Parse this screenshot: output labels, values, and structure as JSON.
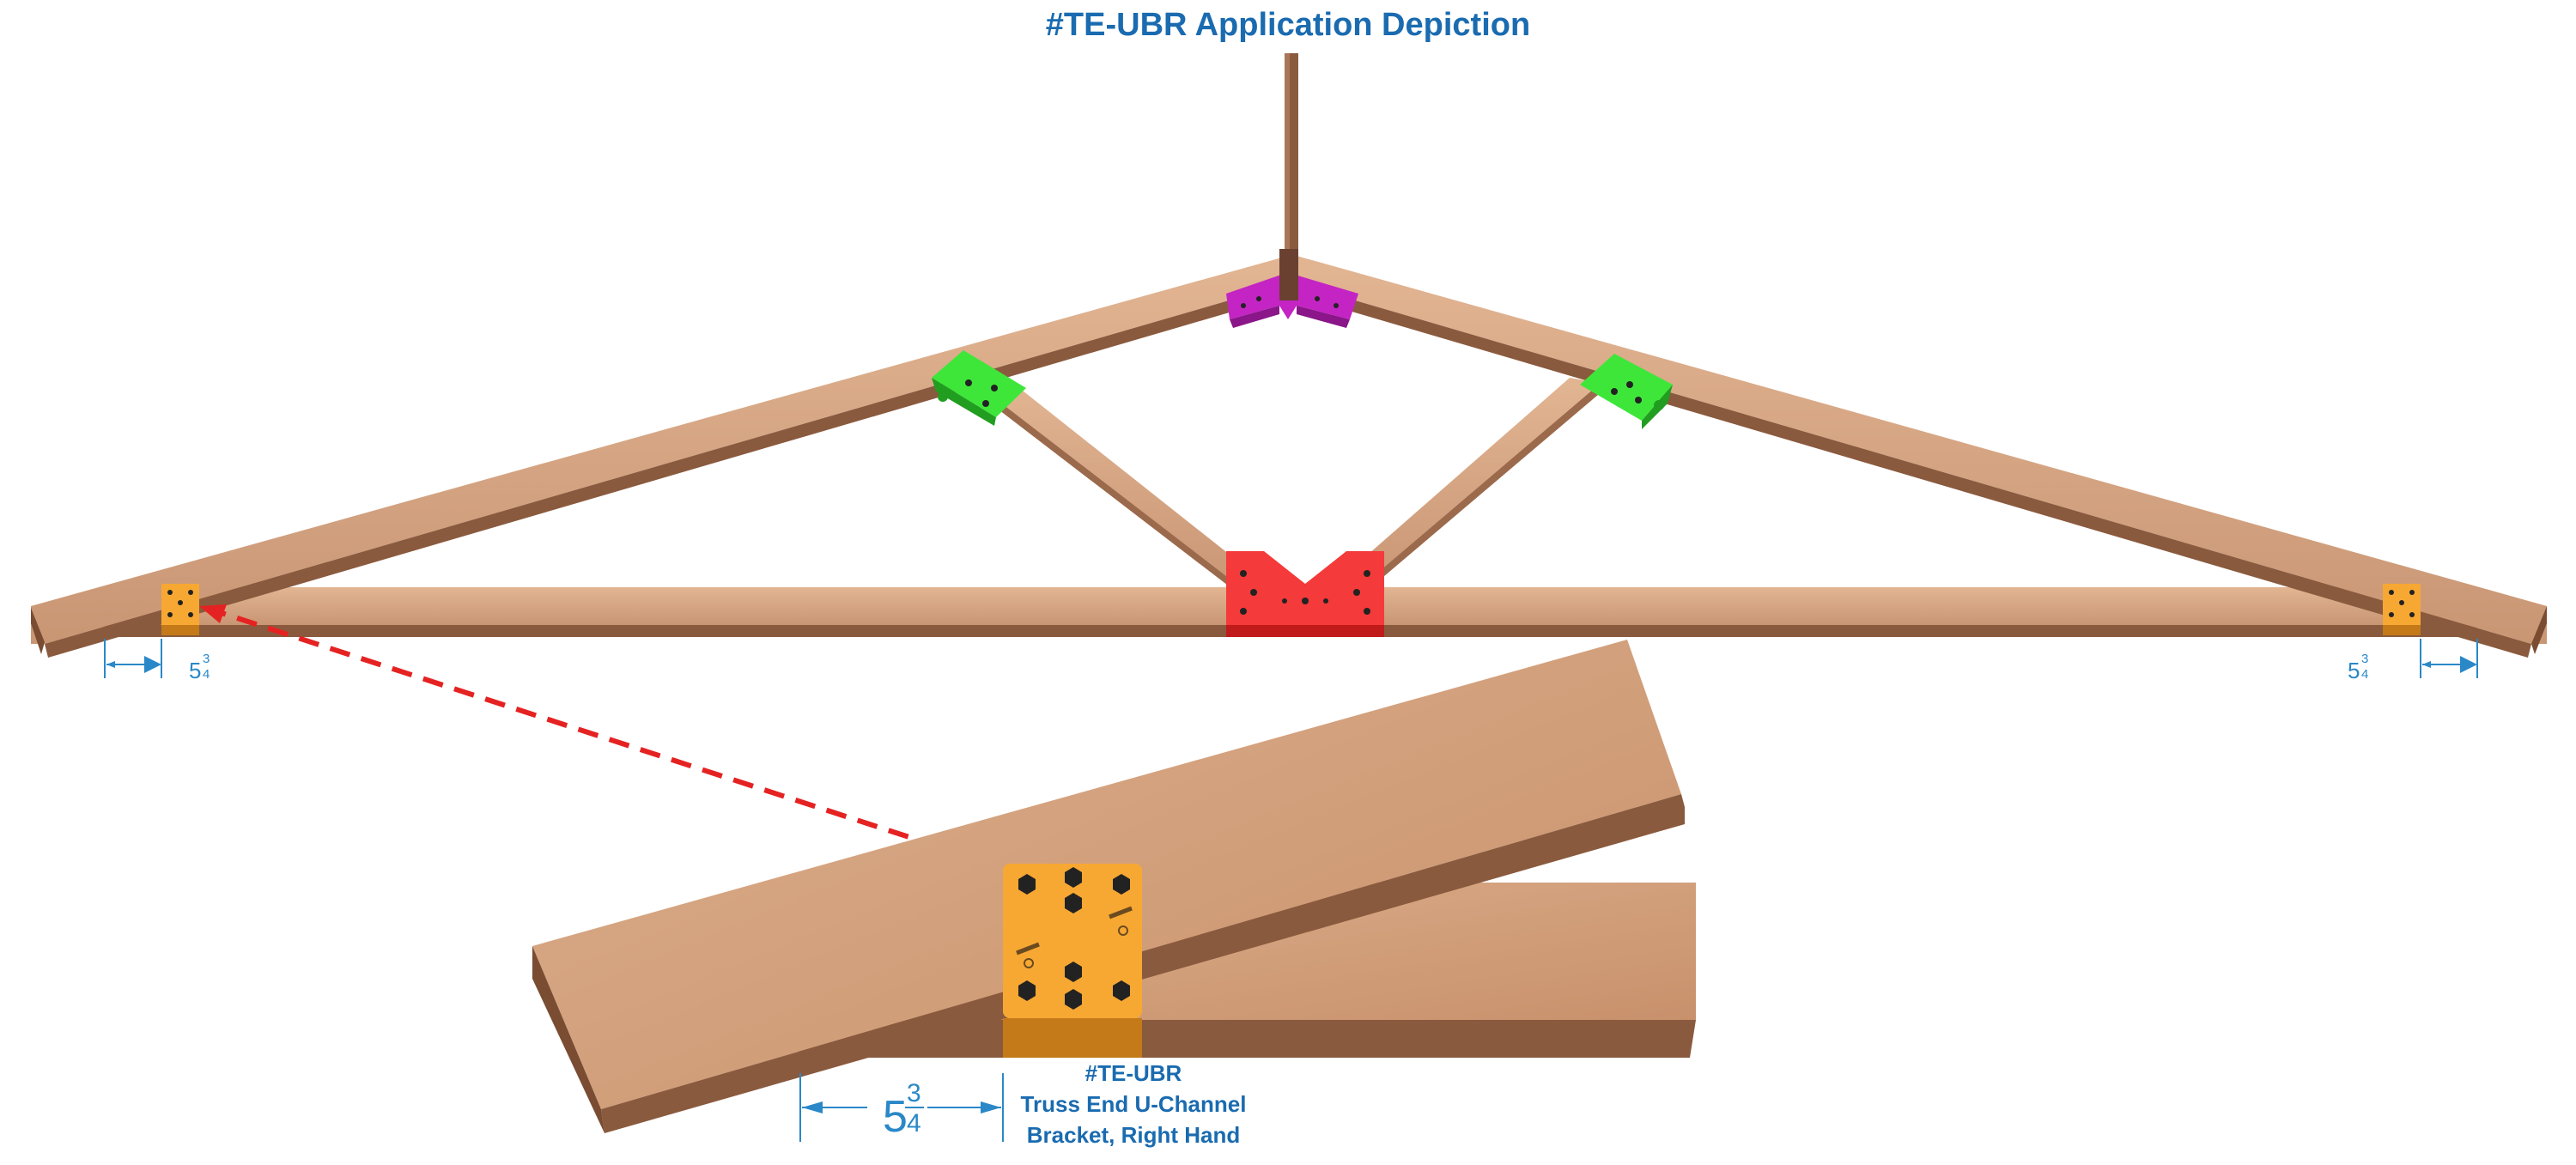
{
  "title": "#TE-UBR Application Depiction",
  "caption": {
    "line1": "#TE-UBR",
    "line2": "Truss End U-Channel",
    "line3": "Bracket, Right Hand"
  },
  "dimensions": {
    "left": {
      "whole": "5",
      "num": "3",
      "den": "4"
    },
    "right": {
      "whole": "5",
      "num": "3",
      "den": "4"
    },
    "detail": {
      "whole": "5",
      "num": "3",
      "den": "4"
    }
  },
  "colors": {
    "title": "#1a6bb0",
    "dimension": "#2a88c8",
    "wood_top": "#d6a584",
    "wood_side": "#8a5a3e",
    "bracket_orange": "#f7a833",
    "bracket_green": "#3ee63a",
    "bracket_red": "#f43a3a",
    "bracket_purple": "#c324c3",
    "arrow": "#e52222"
  }
}
